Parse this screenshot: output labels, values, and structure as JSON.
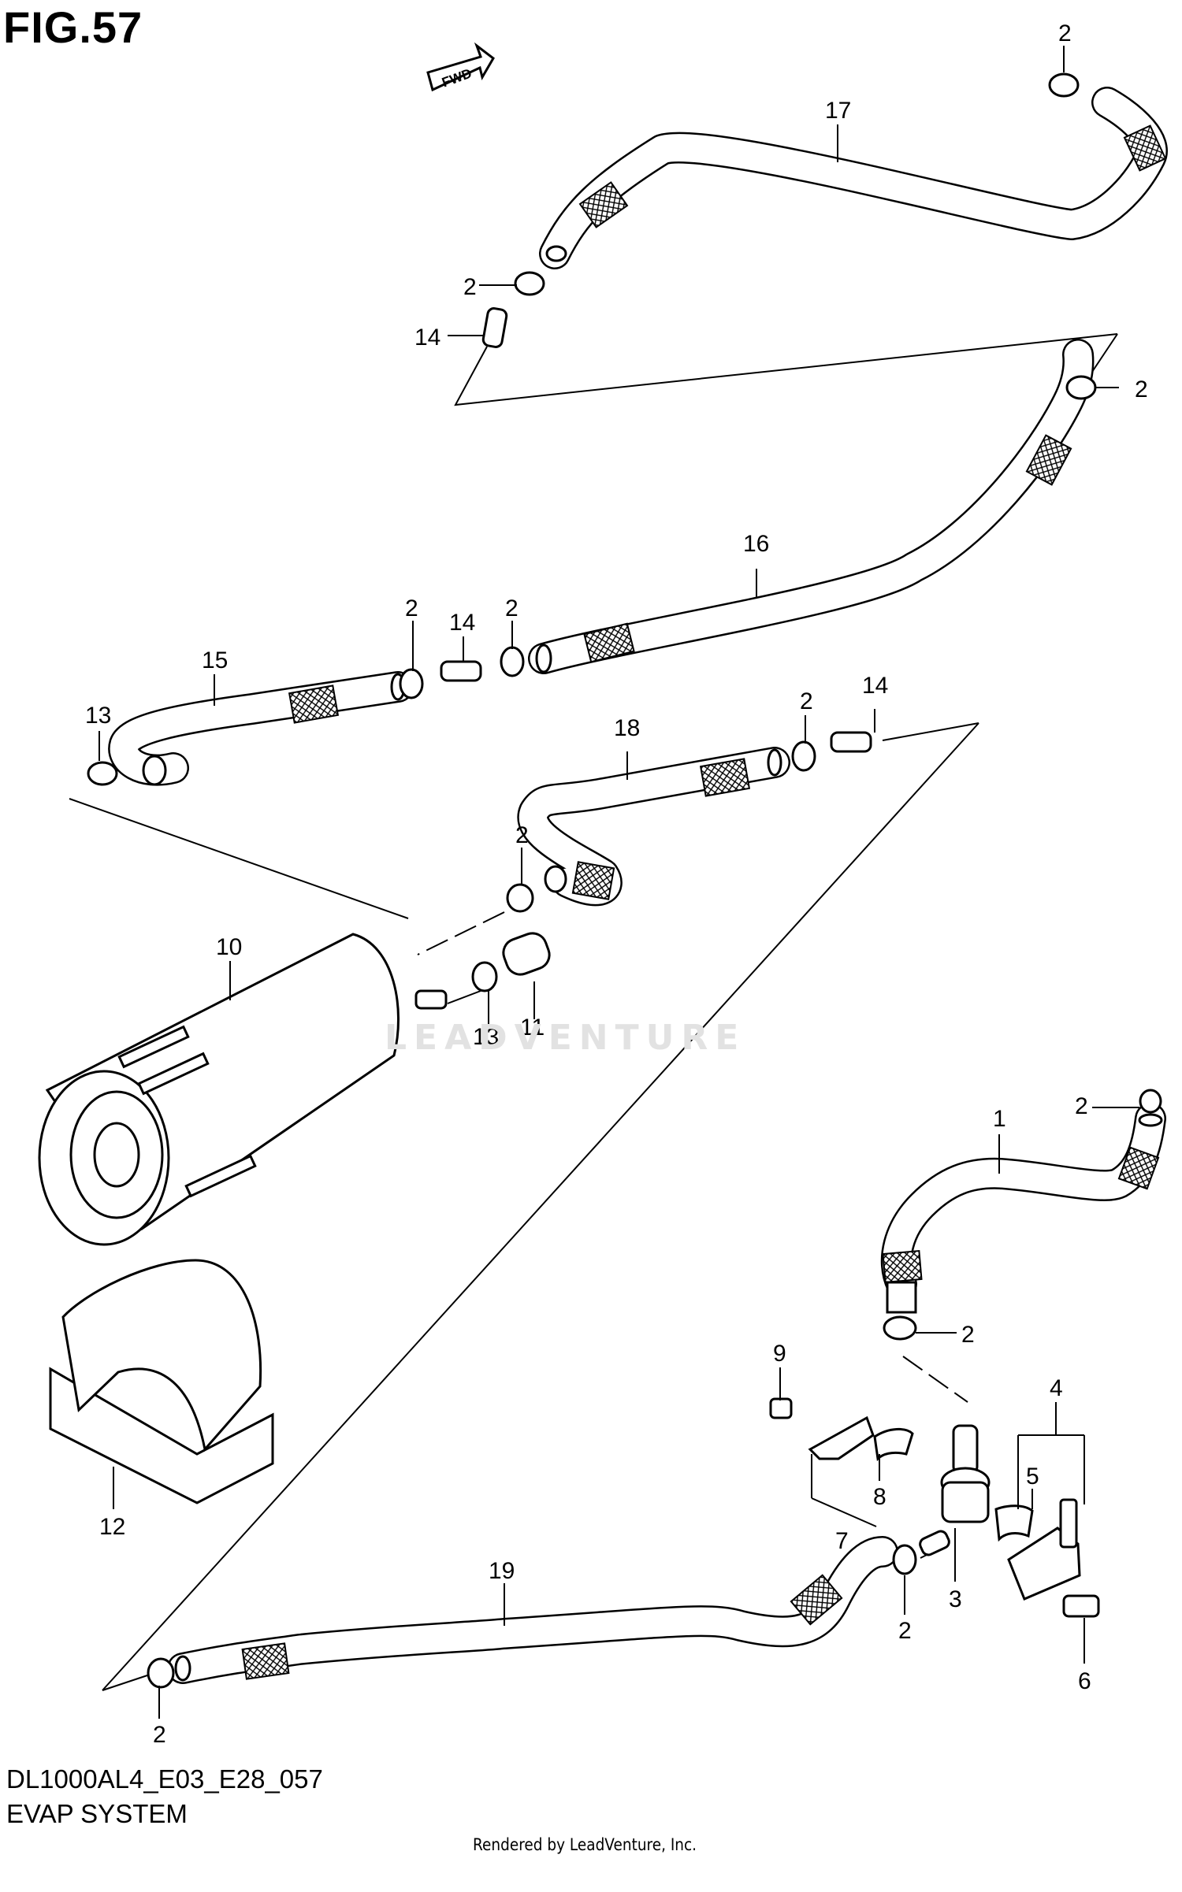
{
  "figure": {
    "title": "FIG.57",
    "code": "DL1000AL4_E03_E28_057",
    "name": "EVAP SYSTEM",
    "credit": "Rendered by LeadVenture, Inc.",
    "watermark": "LEADVENTURE",
    "direction_marker": "FWD"
  },
  "callouts": {
    "c1": "1",
    "c2a": "2",
    "c2b": "2",
    "c2c": "2",
    "c2d": "2",
    "c2e": "2",
    "c2f": "2",
    "c2g": "2",
    "c2h": "2",
    "c2i": "2",
    "c2j": "2",
    "c2k": "2",
    "c3": "3",
    "c4": "4",
    "c5": "5",
    "c6": "6",
    "c7": "7",
    "c8": "8",
    "c9": "9",
    "c10": "10",
    "c11": "11",
    "c12": "12",
    "c13a": "13",
    "c13b": "13",
    "c14a": "14",
    "c14b": "14",
    "c14c": "14",
    "c15": "15",
    "c16": "16",
    "c17": "17",
    "c18": "18",
    "c19": "19"
  }
}
